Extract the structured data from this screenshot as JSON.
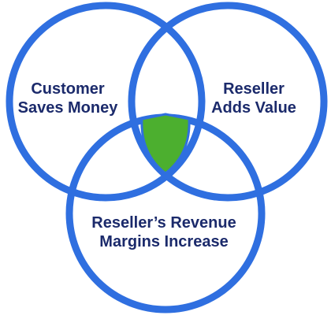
{
  "diagram": {
    "circles": [
      {
        "id": "left",
        "label_lines": [
          "Customer",
          "Saves Money"
        ]
      },
      {
        "id": "right",
        "label_lines": [
          "Reseller",
          "Adds Value"
        ]
      },
      {
        "id": "bottom",
        "label_lines": [
          "Reseller’s Revenue",
          "Margins Increase"
        ]
      }
    ],
    "center_icon": "shield-icon"
  },
  "colors": {
    "circle_stroke": "#2f6fe0",
    "label_text": "#1b2a6b",
    "shield_fill": "#4caf2f",
    "shield_stroke": "#2f6fe0",
    "background": "#ffffff"
  }
}
